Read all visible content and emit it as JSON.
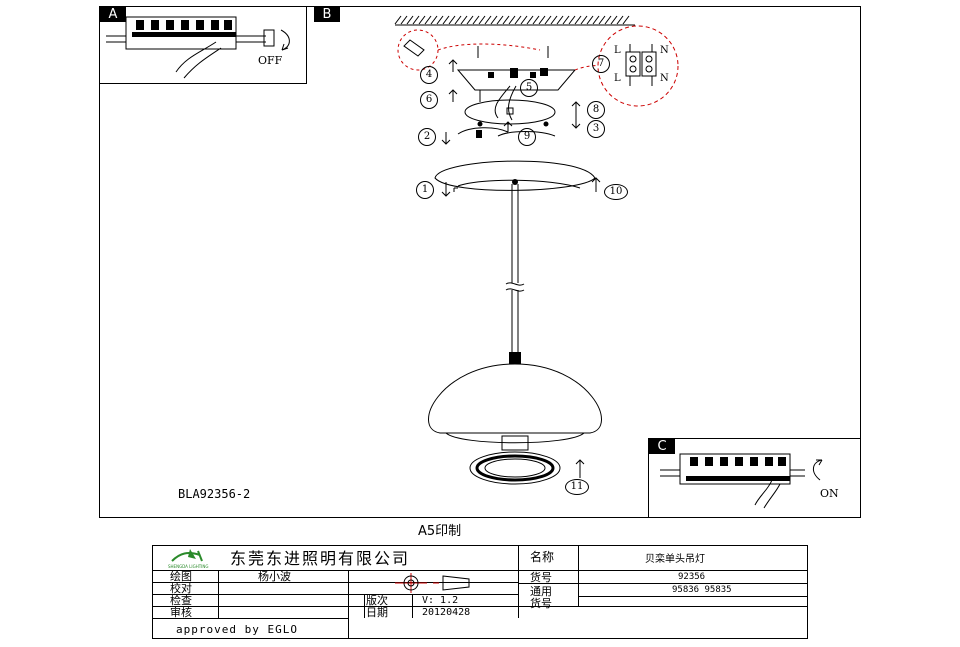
{
  "panels": {
    "a_label": "A",
    "b_label": "B",
    "c_label": "C",
    "off_text": "OFF",
    "on_text": "ON",
    "model_code": "BLA92356-2"
  },
  "steps": [
    "1",
    "2",
    "3",
    "4",
    "5",
    "6",
    "7",
    "8",
    "9",
    "10",
    "11"
  ],
  "wiring": {
    "l1": "L",
    "n1": "N",
    "l2": "L",
    "n2": "N"
  },
  "print_note": "A5印制",
  "title_block": {
    "company": "东莞东进照明有限公司",
    "logo_text": "SHENGDA LIGHTING",
    "rows": [
      {
        "label": "绘图",
        "value": "杨小波"
      },
      {
        "label": "校对",
        "value": ""
      },
      {
        "label": "检查",
        "value": ""
      },
      {
        "label": "审核",
        "value": ""
      }
    ],
    "version_label": "版次",
    "version_value": "V: 1.2",
    "date_label": "日期",
    "date_value": "20120428",
    "name_label": "名称",
    "name_value": "贝栾单头吊灯",
    "item_label": "货号",
    "item_value": "92356",
    "general_label_1": "通用",
    "general_label_2": "货号",
    "general_value": "95836  95835",
    "approved": "approved by EGLO"
  }
}
